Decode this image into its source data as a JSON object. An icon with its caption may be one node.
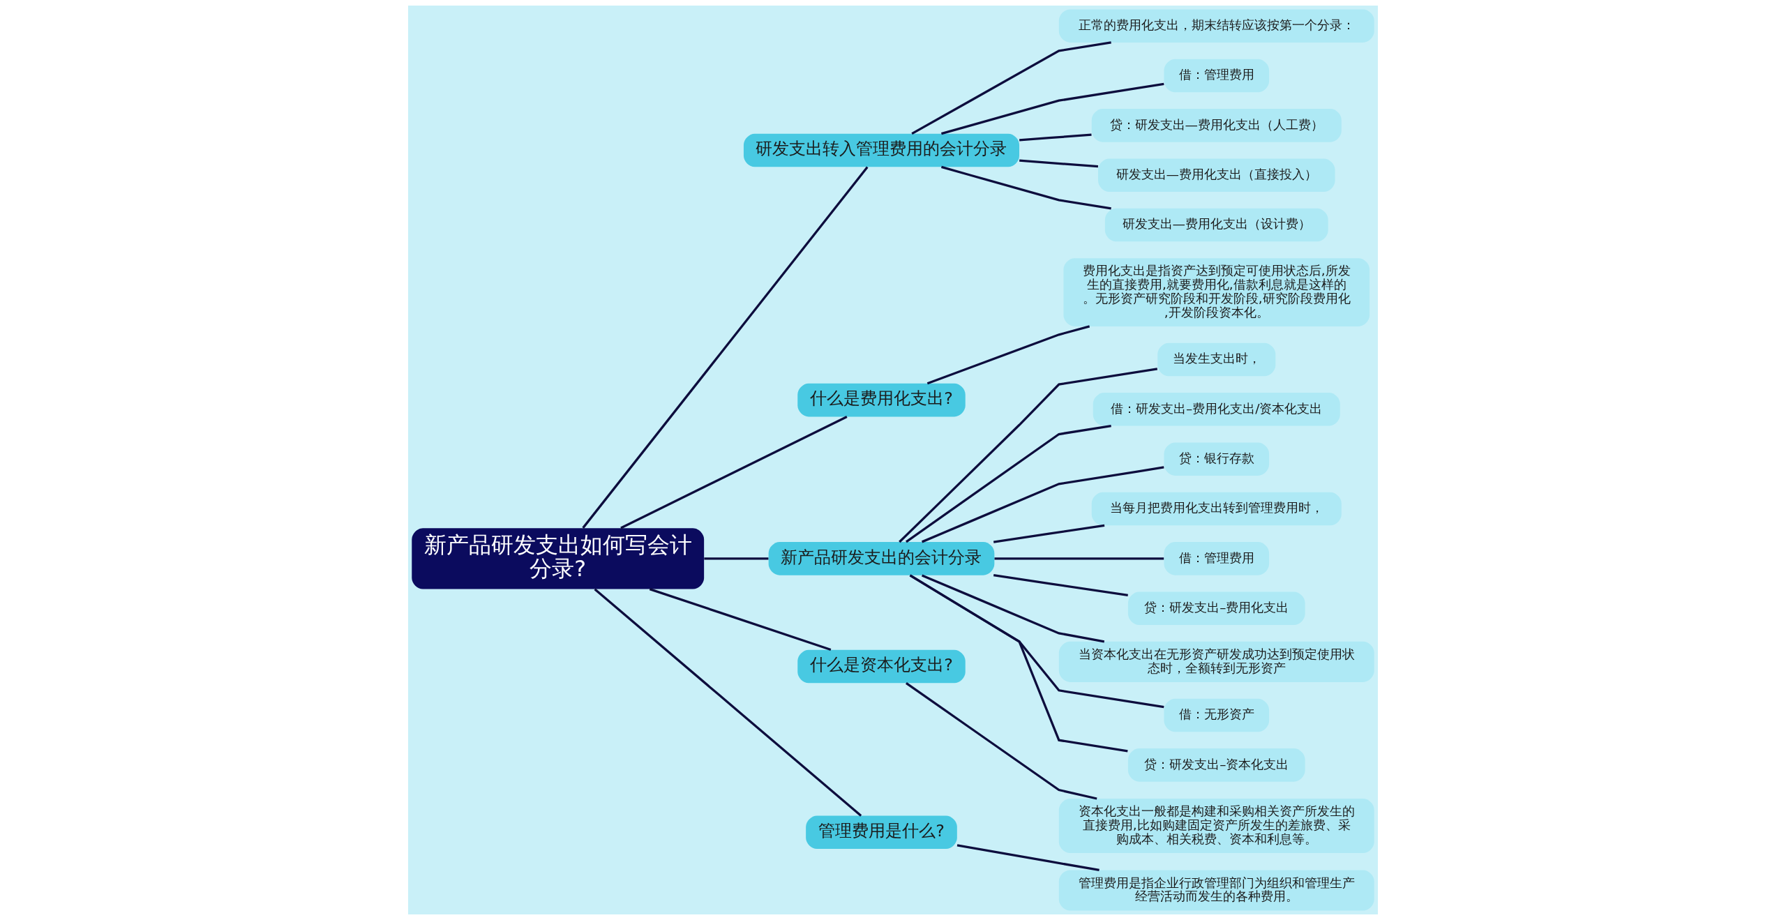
{
  "diagram": {
    "nodes": [
      {
        "text": [
          "新产品研发支出如何写会计分录?"
        ]
      },
      {
        "text": [
          "研发支出转入管理费用的会计分录"
        ]
      },
      {
        "text": [
          "正常的费用化支出，期末结转应该按第一个分录："
        ]
      },
      {
        "text": [
          "借：管理费用"
        ]
      },
      {
        "text": [
          "贷：研发支出—费用化支出（人工费）"
        ]
      },
      {
        "text": [
          "研发支出—费用化支出（直接投入）"
        ]
      },
      {
        "text": [
          "研发支出—费用化支出（设计费）"
        ]
      },
      {
        "text": [
          "什么是费用化支出?"
        ]
      },
      {
        "text": [
          "费用化支出是指资产达到预定可使用状态后,所发生的直接费用,就要费用化,借款利息就是这样的。无形资产研究阶段和开发阶段,研究阶段费用化,开发阶段资本化。"
        ]
      },
      {
        "text": [
          "新产品研发支出的会计分录"
        ]
      },
      {
        "text": [
          "当发生支出时，"
        ]
      },
      {
        "text": [
          "借：研发支出–费用化支出/资本化支出"
        ]
      },
      {
        "text": [
          "贷：银行存款"
        ]
      },
      {
        "text": [
          "当每月把费用化支出转到管理费用时，"
        ]
      },
      {
        "text": [
          "借：管理费用"
        ]
      },
      {
        "text": [
          "贷：研发支出–费用化支出"
        ]
      },
      {
        "text": [
          "当资本化支出在无形资产研发成功达到预定使用状态时，全额转到无形资产"
        ]
      },
      {
        "text": [
          "借：无形资产"
        ]
      },
      {
        "text": [
          "贷：研发支出–资本化支出"
        ]
      },
      {
        "text": [
          "什么是资本化支出?"
        ]
      },
      {
        "text": [
          "资本化支出一般都是构建和采购相关资产所发生的直接费用,比如购建固定资产所发生的差旅费、采购成本、相关税费、资本和利息等。"
        ]
      },
      {
        "text": [
          "管理费用是什么?"
        ]
      },
      {
        "text": [
          "管理费用是指企业行政管理部门为组织和管理生产经营活动而发生的各种费用。"
        ]
      }
    ],
    "edges": [
      {
        "from": 0,
        "to": 1,
        "arrow": "none"
      },
      {
        "from": 1,
        "to": 2,
        "arrow": "none"
      },
      {
        "from": 1,
        "to": 3,
        "arrow": "none"
      },
      {
        "from": 1,
        "to": 4,
        "arrow": "none"
      },
      {
        "from": 1,
        "to": 5,
        "arrow": "none"
      },
      {
        "from": 1,
        "to": 6,
        "arrow": "none"
      },
      {
        "from": 0,
        "to": 7,
        "arrow": "none"
      },
      {
        "from": 7,
        "to": 8,
        "arrow": "none"
      },
      {
        "from": 0,
        "to": 9,
        "arrow": "none"
      },
      {
        "from": 9,
        "to": 10,
        "arrow": "none"
      },
      {
        "from": 9,
        "to": 11,
        "arrow": "none"
      },
      {
        "from": 9,
        "to": 12,
        "arrow": "none"
      },
      {
        "from": 9,
        "to": 13,
        "arrow": "none"
      },
      {
        "from": 9,
        "to": 14,
        "arrow": "none"
      },
      {
        "from": 9,
        "to": 15,
        "arrow": "none"
      },
      {
        "from": 9,
        "to": 16,
        "arrow": "none"
      },
      {
        "from": 9,
        "to": 17,
        "arrow": "none"
      },
      {
        "from": 9,
        "to": 18,
        "arrow": "none"
      },
      {
        "from": 0,
        "to": 19,
        "arrow": "none"
      },
      {
        "from": 19,
        "to": 20,
        "arrow": "none"
      },
      {
        "from": 0,
        "to": 21,
        "arrow": "none"
      },
      {
        "from": 21,
        "to": 22,
        "arrow": "none"
      }
    ]
  }
}
